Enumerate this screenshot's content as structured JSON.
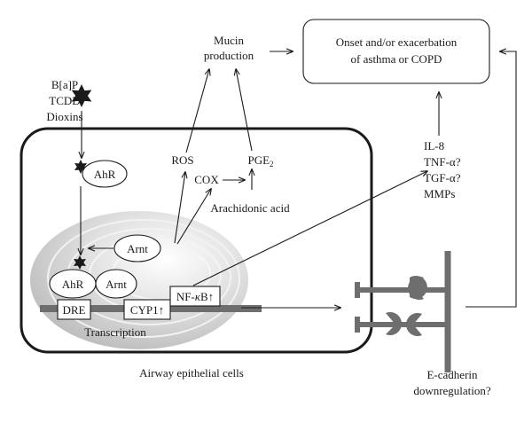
{
  "diagram": {
    "ligands": [
      "B[a]P",
      "TCDD",
      "Dioxins"
    ],
    "ahr": "AhR",
    "arnt": "Arnt",
    "dre": "DRE",
    "cyp1": "CYP1↑",
    "nfkb_prefix": "NF-",
    "nfkb_kappa": "κ",
    "nfkb_suffix": "B↑",
    "transcription": "Transcription",
    "ros": "ROS",
    "cox": "COX",
    "pge": "PGE",
    "pge_sub": "2",
    "arachidonic": "Arachidonic acid",
    "mucin_line1": "Mucin",
    "mucin_line2": "production",
    "outcome_line1": "Onset and/or exacerbation",
    "outcome_line2": "of asthma or COPD",
    "cytokines": [
      "IL-8",
      "TNF-α?",
      "TGF-α?",
      "MMPs"
    ],
    "cell_caption": "Airway epithelial cells",
    "ecad_line1": "E-cadherin",
    "ecad_line2": "downregulation?"
  },
  "colors": {
    "ink": "#1a1a1a",
    "nucleus": "#c8c8c8",
    "nucleus_ring": "#dcdcdc",
    "junction": "#6e6e6e"
  }
}
